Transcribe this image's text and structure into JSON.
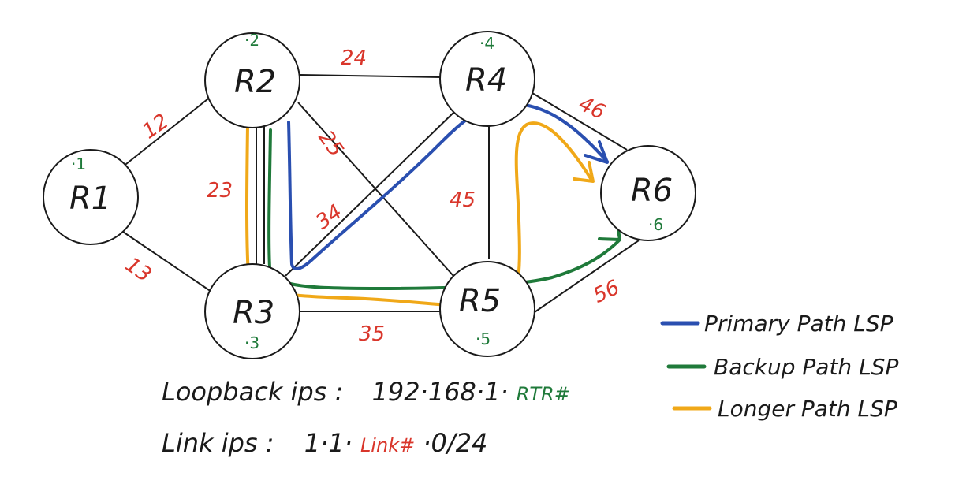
{
  "colors": {
    "primary": "#2a4fb0",
    "backup": "#1f7a3a",
    "longer": "#f0a818",
    "link_label": "#d9362b",
    "ip_label": "#1f7a3a",
    "ink": "#1a1a1a"
  },
  "routers": [
    {
      "id": "R1",
      "label": "R1",
      "ip": "·1"
    },
    {
      "id": "R2",
      "label": "R2",
      "ip": "·2"
    },
    {
      "id": "R3",
      "label": "R3",
      "ip": "·3"
    },
    {
      "id": "R4",
      "label": "R4",
      "ip": "·4"
    },
    {
      "id": "R5",
      "label": "R5",
      "ip": "·5"
    },
    {
      "id": "R6",
      "label": "R6",
      "ip": "·6"
    }
  ],
  "links": [
    {
      "from": "R1",
      "to": "R2",
      "label": "12"
    },
    {
      "from": "R1",
      "to": "R3",
      "label": "13"
    },
    {
      "from": "R2",
      "to": "R4",
      "label": "24"
    },
    {
      "from": "R2",
      "to": "R3",
      "label": "23"
    },
    {
      "from": "R2",
      "to": "R5",
      "label": "25"
    },
    {
      "from": "R3",
      "to": "R4",
      "label": "34"
    },
    {
      "from": "R3",
      "to": "R5",
      "label": "35"
    },
    {
      "from": "R4",
      "to": "R5",
      "label": "45"
    },
    {
      "from": "R4",
      "to": "R6",
      "label": "46"
    },
    {
      "from": "R5",
      "to": "R6",
      "label": "56"
    }
  ],
  "legend": {
    "primary": "Primary Path LSP",
    "backup": "Backup Path LSP",
    "longer": "Longer Path LSP"
  },
  "footer": {
    "loopback_label": "Loopback ips :",
    "loopback_prefix": "192·168·1·",
    "loopback_suffix": "RTR#",
    "link_label": "Link ips :",
    "link_prefix": "1·1·",
    "link_mid": "Link#",
    "link_suffix": "·0/24"
  }
}
